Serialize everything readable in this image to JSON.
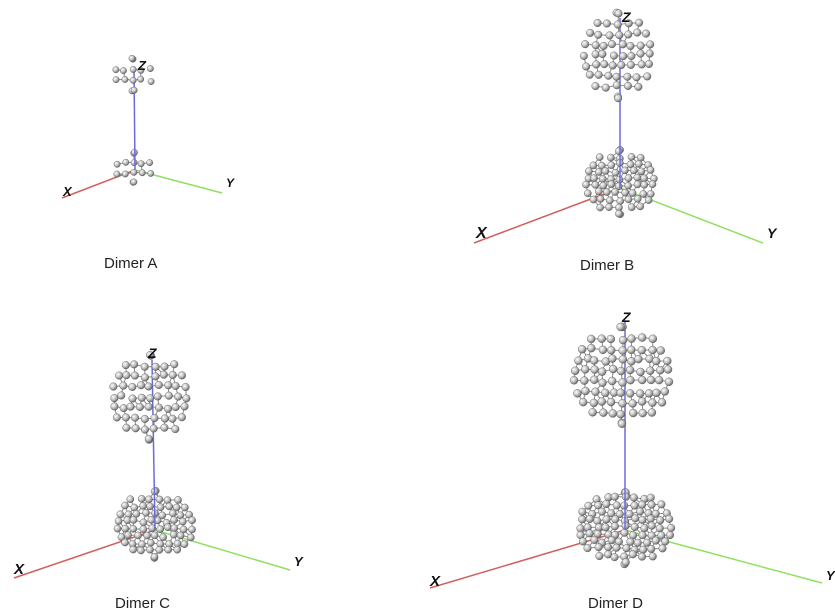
{
  "panels": [
    {
      "caption": "Dimer A",
      "axes": {
        "x": "X",
        "y": "Y",
        "z": "Z"
      },
      "size": "small"
    },
    {
      "caption": "Dimer B",
      "axes": {
        "x": "X",
        "y": "Y",
        "z": "Z"
      },
      "size": "medium"
    },
    {
      "caption": "Dimer C",
      "axes": {
        "x": "X",
        "y": "Y",
        "z": "Z"
      },
      "size": "medium"
    },
    {
      "caption": "Dimer D",
      "axes": {
        "x": "X",
        "y": "Y",
        "z": "Z"
      },
      "size": "large"
    }
  ],
  "colors": {
    "x_axis": "#d06060",
    "y_axis": "#90e060",
    "z_axis": "#6a6ae0",
    "atom_light": "#ffffff",
    "atom_dark": "#707070",
    "bond": "#8a8a8a"
  }
}
